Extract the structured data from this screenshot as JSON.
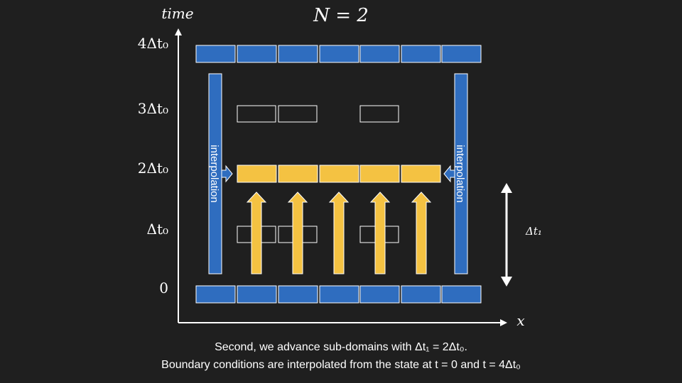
{
  "title": "N = 2",
  "axes": {
    "y_label": "time",
    "x_label": "x",
    "y_ticks": [
      "4Δt₀",
      "3Δt₀",
      "2Δt₀",
      "Δt₀",
      "0"
    ]
  },
  "side_bar_label": "interpolation",
  "step_label": "Δt₁",
  "caption": {
    "line1": "Second, we advance sub-domains with Δt₁ = 2Δt₀.",
    "line2": "Boundary conditions are interpolated from the state at t = 0 and t = 4Δt₀"
  },
  "colors": {
    "background": "#1f1f1f",
    "blue": "#2f6dbf",
    "yellow": "#f4c242",
    "white": "#ffffff"
  }
}
